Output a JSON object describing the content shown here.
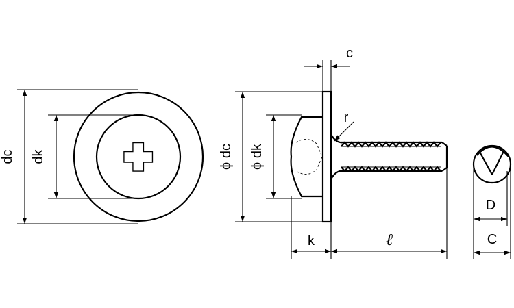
{
  "labels": {
    "dc_front": "dc",
    "dk_front": "dk",
    "dc_side": "ϕ dc",
    "dk_side": "ϕ dk",
    "c": "c",
    "r": "r",
    "k": "k",
    "l": "ℓ",
    "D": "D",
    "C": "C"
  },
  "icons": [
    "phillips-cross-recess-icon",
    "dimension-arrow-icon"
  ]
}
